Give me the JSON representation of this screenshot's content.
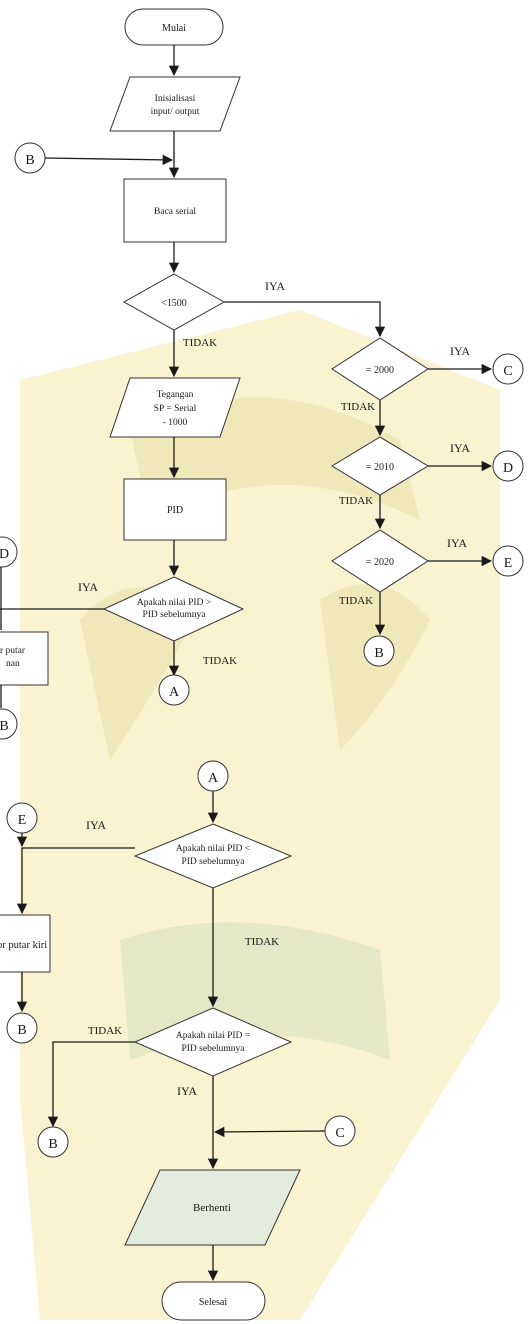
{
  "flowchart": {
    "start": "Mulai",
    "init": [
      "Inisialisasi",
      "input/ output"
    ],
    "read_serial": "Baca serial",
    "cond_1500": "<1500",
    "voltage": [
      "Tegangan",
      "SP = Serial",
      "- 1000"
    ],
    "pid": "PID",
    "cond_greater": [
      "Apakah nilai PID >",
      "PID sebelumnya"
    ],
    "cond_2000": "= 2000",
    "cond_2010": "= 2010",
    "cond_2020": "= 2020",
    "cond_less": [
      "Apakah nilai PID <",
      "PID sebelumnya"
    ],
    "cond_equal": [
      "Apakah nilai PID =",
      "PID sebelumnya"
    ],
    "motor_right": [
      "r putar",
      "nan"
    ],
    "motor_left": "or putar kiri",
    "stop": "Berhenti",
    "end": "Selesai"
  },
  "connectors": {
    "A": "A",
    "B": "B",
    "C": "C",
    "D": "D",
    "E": "E"
  },
  "labels": {
    "yes": "IYA",
    "no": "TIDAK"
  }
}
